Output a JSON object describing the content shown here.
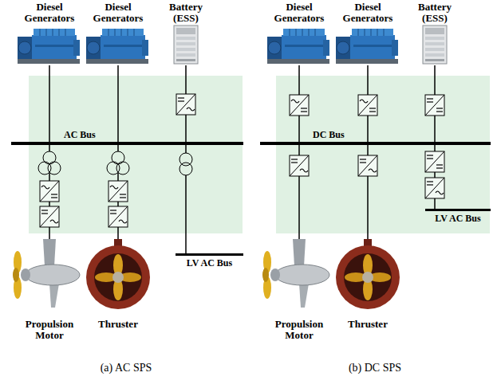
{
  "diagram": {
    "nodes": [
      {
        "text": [
          "Diesel Generators"
        ]
      },
      {
        "text": [
          "Diesel Generators"
        ]
      },
      {
        "text": [
          "Battery (ESS)"
        ]
      },
      {
        "text": [
          "AC Bus"
        ]
      },
      {
        "text": [
          "Propulsion Motor"
        ]
      },
      {
        "text": [
          "Thruster"
        ]
      },
      {
        "text": [
          "LV AC Bus"
        ]
      },
      {
        "text": [
          "Diesel Generators"
        ]
      },
      {
        "text": [
          "Diesel Generators"
        ]
      },
      {
        "text": [
          "Battery (ESS)"
        ]
      },
      {
        "text": [
          "DC Bus"
        ]
      },
      {
        "text": [
          "Propulsion Motor"
        ]
      },
      {
        "text": [
          "Thruster"
        ]
      },
      {
        "text": [
          "LV AC Bus"
        ]
      }
    ],
    "edges": [
      {
        "from": 0,
        "to": 3,
        "arrow": "none"
      },
      {
        "from": 1,
        "to": 3,
        "arrow": "none"
      },
      {
        "from": 2,
        "to": 3,
        "arrow": "none"
      },
      {
        "from": 3,
        "to": 4,
        "arrow": "none"
      },
      {
        "from": 3,
        "to": 5,
        "arrow": "none"
      },
      {
        "from": 3,
        "to": 6,
        "arrow": "none"
      },
      {
        "from": 7,
        "to": 10,
        "arrow": "none"
      },
      {
        "from": 8,
        "to": 10,
        "arrow": "none"
      },
      {
        "from": 9,
        "to": 10,
        "arrow": "none"
      },
      {
        "from": 10,
        "to": 11,
        "arrow": "none"
      },
      {
        "from": 10,
        "to": 12,
        "arrow": "none"
      },
      {
        "from": 10,
        "to": 13,
        "arrow": "none"
      }
    ],
    "labels": [
      "(a) AC SPS",
      "(b) DC SPS"
    ]
  }
}
